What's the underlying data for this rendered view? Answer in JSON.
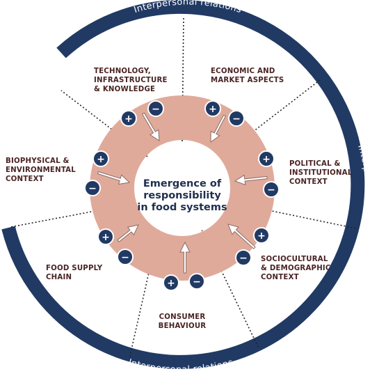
{
  "colors": {
    "navy": "#213a64",
    "ring_pink": "#e0aa9b",
    "label_brown": "#4a2323",
    "center_text": "#1f2f4f",
    "divider": "#222222",
    "arrow_outline": "#8a6a62"
  },
  "outer_ring": {
    "labels": [
      {
        "text": "Interpersonal relations"
      },
      {
        "text": "Interpersonal relations"
      },
      {
        "text": "Interpersonal relations"
      }
    ]
  },
  "center": {
    "lines": [
      "Emergence of",
      "responsibility",
      "in food systems"
    ]
  },
  "categories": [
    {
      "name": "technology",
      "lines": [
        "TECHNOLOGY,",
        "INFRASTRUCTURE",
        "& KNOWLEDGE"
      ]
    },
    {
      "name": "economic",
      "lines": [
        "ECONOMIC AND",
        "MARKET ASPECTS"
      ]
    },
    {
      "name": "political",
      "lines": [
        "POLITICAL &",
        "INSTITUTIONAL",
        "CONTEXT"
      ]
    },
    {
      "name": "sociocultural",
      "lines": [
        "SOCIOCULTURAL",
        "& DEMOGRAPHIC",
        "CONTEXT"
      ]
    },
    {
      "name": "consumer",
      "lines": [
        "CONSUMER",
        "BEHAVIOUR"
      ]
    },
    {
      "name": "food-supply",
      "lines": [
        "FOOD SUPPLY",
        "CHAIN"
      ]
    },
    {
      "name": "biophysical",
      "lines": [
        "BIOPHYSICAL &",
        "ENVIRONMENTAL",
        "CONTEXT"
      ]
    }
  ],
  "signs": {
    "plus": "+",
    "minus": "−"
  }
}
